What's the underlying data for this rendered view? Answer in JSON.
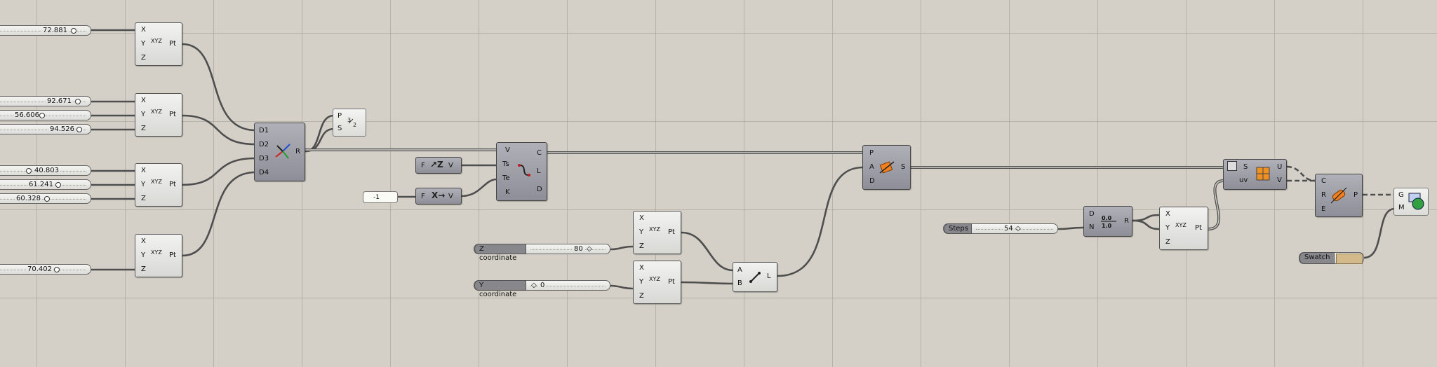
{
  "sliders": {
    "s1": "72.881",
    "s2": "92.671",
    "s3": "56.606",
    "s4": "94.526",
    "s5": "40.803",
    "s6": "61.241",
    "s7": "60.328",
    "s8": "70.402",
    "z_coord_label": "Z coordinate",
    "z_coord_value": "80",
    "y_coord_label": "Y coordinate",
    "y_coord_value": "0",
    "steps_label": "Steps",
    "steps_value": "54"
  },
  "panel_neg_one": "-1",
  "swatch": {
    "label": "Swatch",
    "color": "#d4b98a"
  },
  "pt_component": {
    "x": "X",
    "y": "Y",
    "z": "Z",
    "out": "Pt",
    "icon": "XYZ"
  },
  "graph_mapper": {
    "d1": "D1",
    "d2": "D2",
    "d3": "D3",
    "d4": "D4",
    "out": "R"
  },
  "points_preview": {
    "p": "P",
    "s": "S"
  },
  "frame_param": {
    "f": "F",
    "v": "V"
  },
  "curve_comp": {
    "v": "V",
    "ts": "Ts",
    "te": "Te",
    "k": "K",
    "c": "C",
    "l": "L",
    "d": "D"
  },
  "extrude": {
    "p": "P",
    "a": "A",
    "d": "D",
    "s": "S"
  },
  "line_comp": {
    "a": "A",
    "b": "B",
    "l": "L"
  },
  "divide": {
    "d": "D",
    "n": "N",
    "r": "R"
  },
  "surface_uv": {
    "s": "S",
    "uv": "uv",
    "u": "U",
    "v": "V"
  },
  "eval": {
    "c": "C",
    "r": "R",
    "e": "E",
    "p": "P"
  },
  "preview": {
    "g": "G",
    "m": "M"
  },
  "colors": {
    "canvas": "#d4d0c8",
    "wire": "#555555",
    "component_dark": "#8e8e98",
    "orange_icon": "#f08020"
  }
}
